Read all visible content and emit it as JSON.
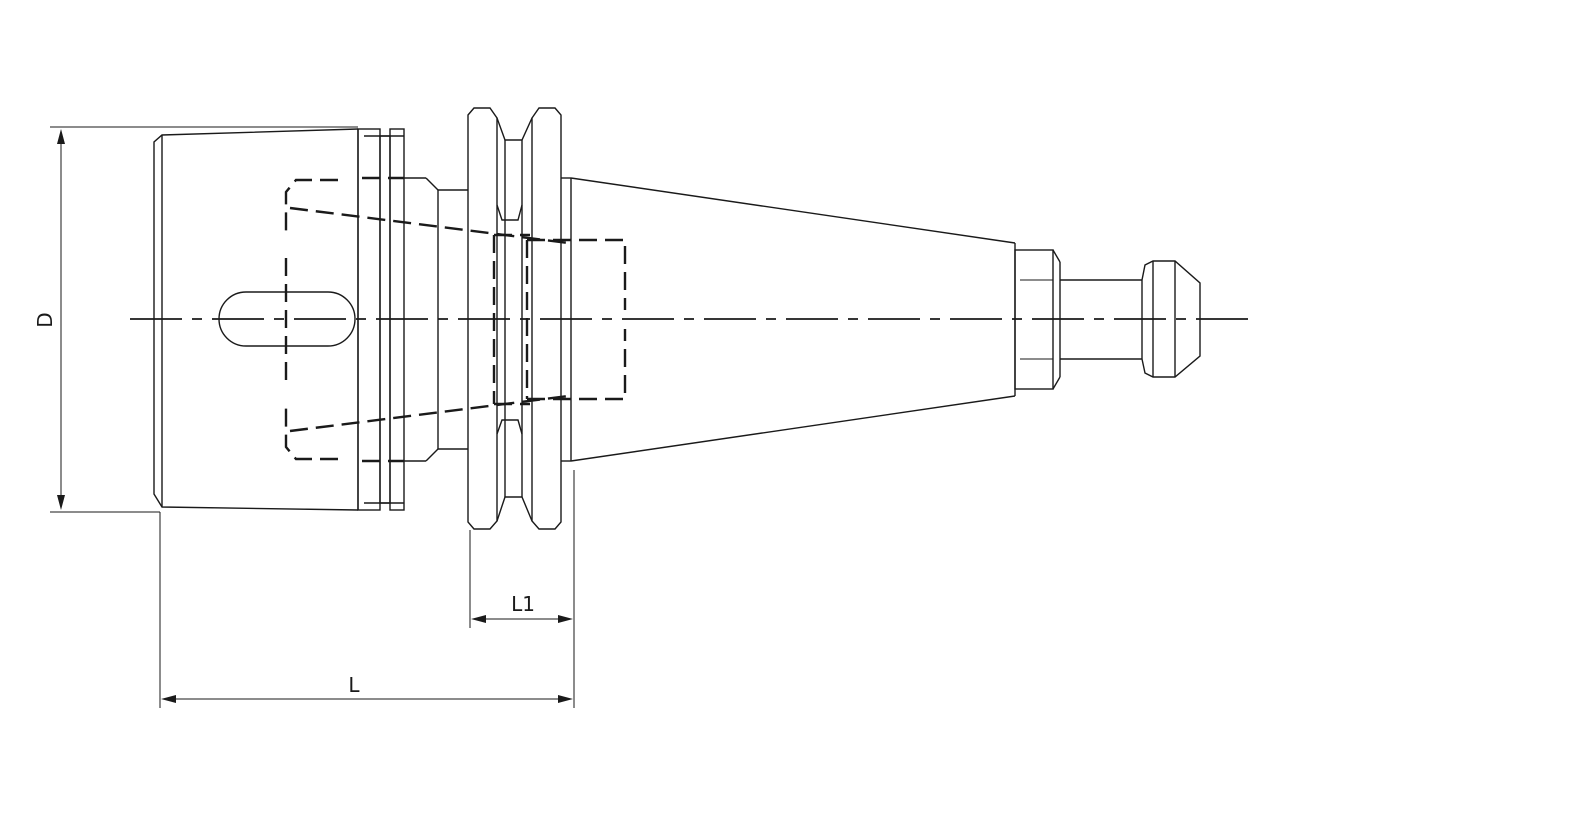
{
  "dimensions": {
    "diameter_label": "D",
    "length_label": "L",
    "flange_length_label": "L1"
  },
  "colors": {
    "line": "#1a1a1a",
    "background": "#ffffff"
  }
}
